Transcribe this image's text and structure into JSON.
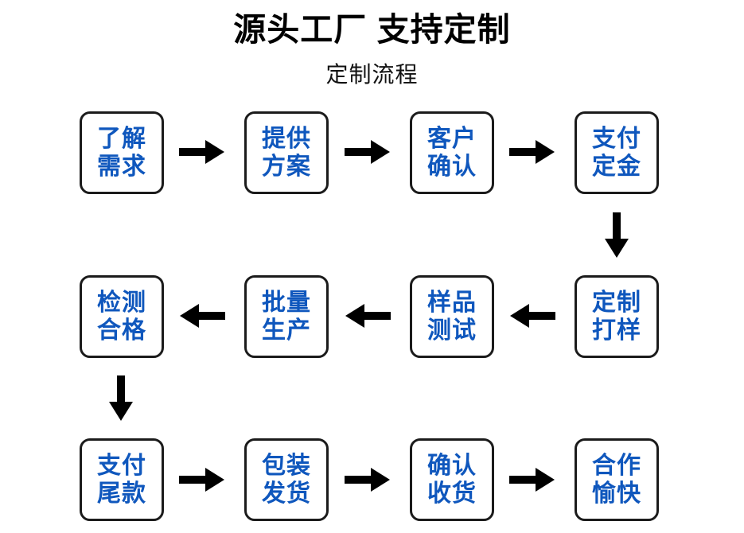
{
  "header": {
    "title": "源头工厂 支持定制",
    "subtitle": "定制流程"
  },
  "colors": {
    "box_text": "#0f57bd",
    "box_border": "#1b1b1b",
    "arrow": "#000000",
    "title_text": "#000000",
    "background": "#ffffff"
  },
  "flow": {
    "rows": [
      {
        "direction": "right",
        "steps": [
          {
            "line1": "了解",
            "line2": "需求"
          },
          {
            "line1": "提供",
            "line2": "方案"
          },
          {
            "line1": "客户",
            "line2": "确认"
          },
          {
            "line1": "支付",
            "line2": "定金"
          }
        ],
        "connectors": [
          {
            "icon": "arrow-right-icon"
          },
          {
            "icon": "arrow-right-icon"
          },
          {
            "icon": "arrow-right-icon"
          }
        ]
      },
      {
        "direction": "left",
        "steps": [
          {
            "line1": "检测",
            "line2": "合格"
          },
          {
            "line1": "批量",
            "line2": "生产"
          },
          {
            "line1": "样品",
            "line2": "测试"
          },
          {
            "line1": "定制",
            "line2": "打样"
          }
        ],
        "connectors": [
          {
            "icon": "arrow-left-icon"
          },
          {
            "icon": "arrow-left-icon"
          },
          {
            "icon": "arrow-left-icon"
          }
        ]
      },
      {
        "direction": "right",
        "steps": [
          {
            "line1": "支付",
            "line2": "尾款"
          },
          {
            "line1": "包装",
            "line2": "发货"
          },
          {
            "line1": "确认",
            "line2": "收货"
          },
          {
            "line1": "合作",
            "line2": "愉快"
          }
        ],
        "connectors": [
          {
            "icon": "arrow-right-icon"
          },
          {
            "icon": "arrow-right-icon"
          },
          {
            "icon": "arrow-right-icon"
          }
        ]
      }
    ],
    "vertical_connectors": [
      {
        "icon": "arrow-down-icon",
        "from": "支付定金",
        "to": "定制打样"
      },
      {
        "icon": "arrow-down-icon",
        "from": "检测合格",
        "to": "支付尾款"
      }
    ]
  }
}
